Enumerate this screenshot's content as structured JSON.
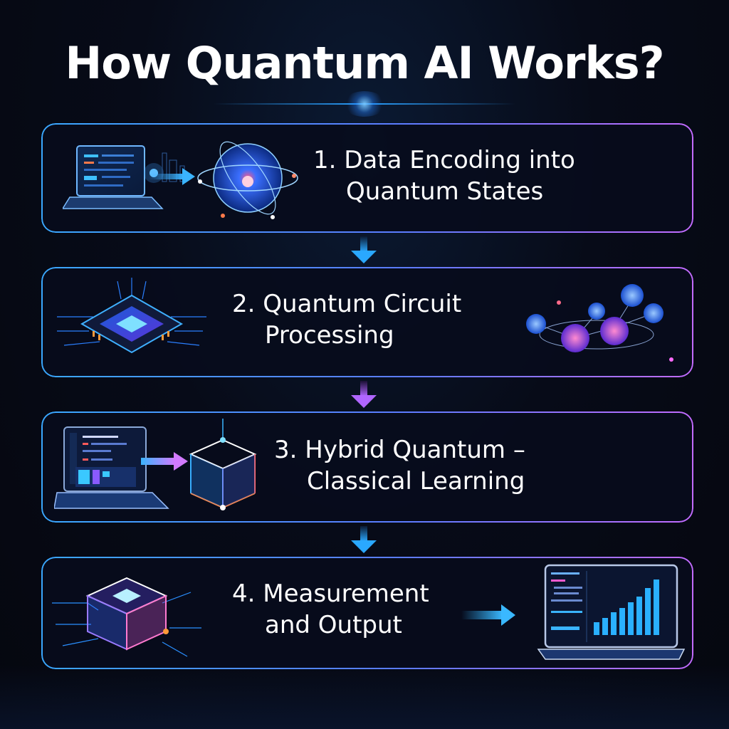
{
  "title": "How Quantum AI Works?",
  "colors": {
    "background": "#05070f",
    "accent_blue": "#2aa0ff",
    "accent_purple": "#c36bff",
    "text": "#ffffff"
  },
  "steps": [
    {
      "number": "1.",
      "line1": "1. Data Encoding into",
      "line2": "Quantum States",
      "illustrations": [
        "laptop-icon",
        "arrow-right-icon",
        "quantum-sphere-icon"
      ]
    },
    {
      "number": "2.",
      "line1": "2. Quantum Circuit",
      "line2": "Processing",
      "illustrations": [
        "quantum-chip-icon",
        "qubit-network-icon"
      ]
    },
    {
      "number": "3.",
      "line1": "3. Hybrid Quantum –",
      "line2": "Classical Learning",
      "illustrations": [
        "laptop-icon",
        "arrow-right-icon",
        "quantum-cube-icon"
      ]
    },
    {
      "number": "4.",
      "line1": "4. Measurement",
      "line2": "and Output",
      "illustrations": [
        "quantum-processor-icon",
        "arrow-right-icon",
        "laptop-chart-icon"
      ]
    }
  ],
  "connectors": [
    {
      "from": 1,
      "to": 2,
      "color": "#2aa8ff"
    },
    {
      "from": 2,
      "to": 3,
      "color": "#b066ff"
    },
    {
      "from": 3,
      "to": 4,
      "color": "#2aa8ff"
    }
  ]
}
